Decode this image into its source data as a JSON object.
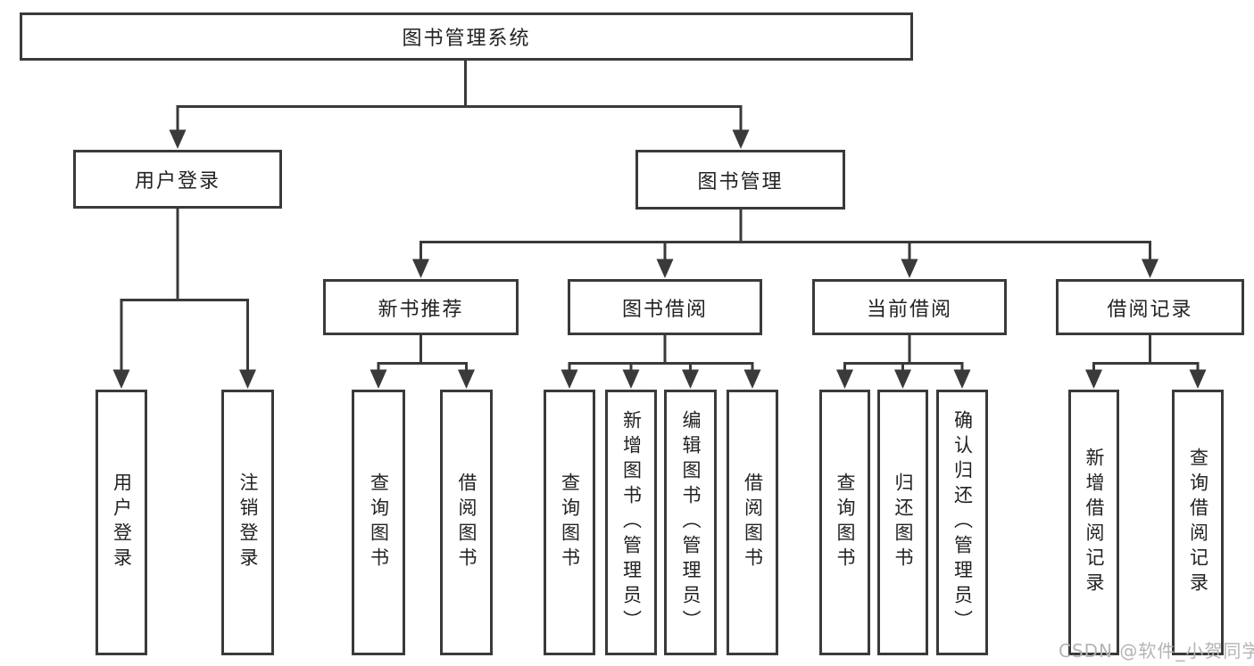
{
  "tree": {
    "root": {
      "label": "图书管理系统"
    },
    "branches": [
      {
        "label": "用户登录",
        "children": [
          {
            "label": "用户登录"
          },
          {
            "label": "注销登录"
          }
        ]
      },
      {
        "label": "图书管理",
        "groups": [
          {
            "label": "新书推荐",
            "children": [
              {
                "label": "查询图书"
              },
              {
                "label": "借阅图书"
              }
            ]
          },
          {
            "label": "图书借阅",
            "children": [
              {
                "label": "查询图书"
              },
              {
                "label": "新增图书（管理员）"
              },
              {
                "label": "编辑图书（管理员）"
              },
              {
                "label": "借阅图书"
              }
            ]
          },
          {
            "label": "当前借阅",
            "children": [
              {
                "label": "查询图书"
              },
              {
                "label": "归还图书"
              },
              {
                "label": "确认归还（管理员）"
              }
            ]
          },
          {
            "label": "借阅记录",
            "children": [
              {
                "label": "新增借阅记录"
              },
              {
                "label": "查询借阅记录"
              }
            ]
          }
        ]
      }
    ]
  },
  "watermark": {
    "text": "CSDN @软件_小贺同学"
  },
  "colors": {
    "line": "#3a3a3a",
    "text": "#222222",
    "watermark": "#b4b4b4",
    "background": "#ffffff"
  }
}
